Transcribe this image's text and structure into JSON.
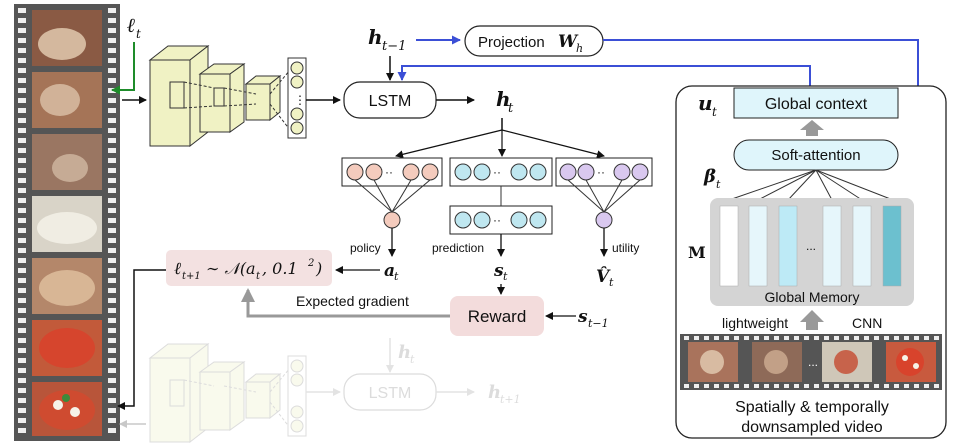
{
  "colors": {
    "cnn_fill": "#f0f2c4",
    "cnn_stroke": "#333333",
    "faded": "#c8c8c8",
    "policy_node": "#f4cbbd",
    "prediction_node": "#bfe7f0",
    "utility_node": "#d9c8ef",
    "reward_fill": "#f3dcdc",
    "next_loc_fill": "#f3e1e1",
    "blue_arrow": "#3b4fd6",
    "green_arrow": "#1e8c2a",
    "attention_fill": "#dff5fb",
    "memory_bg": "#d4d4d4",
    "memory_col_dark": "#6cc0cf",
    "film": "#555555"
  },
  "labels": {
    "location": "ℓ",
    "location_sub": "t",
    "h_prev": "h",
    "h_prev_sub": "t−1",
    "projection": "Projection",
    "projection_w": "W",
    "projection_w_sub": "h",
    "lstm": "LSTM",
    "h_t": "h",
    "h_t_sub": "t",
    "policy": "policy",
    "prediction": "prediction",
    "utility": "utility",
    "a_t": "a",
    "a_t_sub": "t",
    "s_t": "s",
    "s_t_sub": "t",
    "v_hat": "V̂",
    "v_hat_sub": "t",
    "next_location_formula_lhs": "ℓ",
    "next_location_formula_sub": "t+1",
    "next_location_formula_rhs": "∼ 𝒩(a",
    "next_location_formula_rhs_sub": "t",
    "next_location_formula_tail": ", 0.1",
    "next_location_formula_sup": "2",
    "next_location_formula_close": ")",
    "expected_gradient": "Expected gradient",
    "reward": "Reward",
    "s_prev": "s",
    "s_prev_sub": "t−1",
    "u_t": "u",
    "u_t_sub": "t",
    "global_context": "Global context",
    "soft_attention": "Soft-attention",
    "beta": "β",
    "beta_sub": "t",
    "memory_m": "M",
    "memory_ellipsis": "...",
    "global_memory": "Global Memory",
    "lightweight": "lightweight",
    "cnn": "CNN",
    "thumbs_ellipsis": "...",
    "video_caption_line1": "Spatially & temporally",
    "video_caption_line2": "downsampled video",
    "faded_h_t": "h",
    "faded_h_t_sub": "t",
    "faded_lstm": "LSTM",
    "faded_h_next": "h",
    "faded_h_next_sub": "t+1",
    "dots": "··"
  }
}
